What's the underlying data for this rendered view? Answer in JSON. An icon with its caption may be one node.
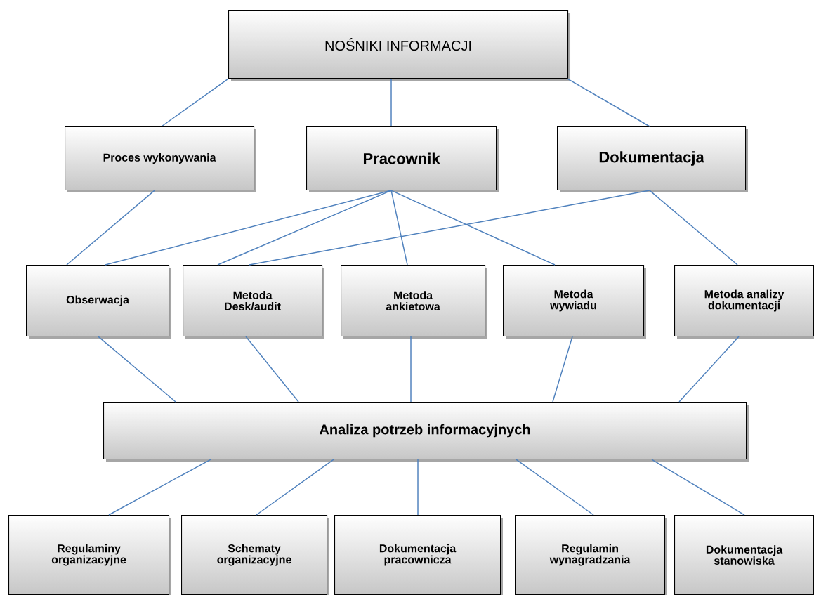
{
  "diagram": {
    "nodes": [
      {
        "text": [
          "NOŚNIKI INFORMACJI"
        ]
      },
      {
        "text": [
          "Proces wykonywania"
        ]
      },
      {
        "text": [
          "Pracownik"
        ]
      },
      {
        "text": [
          "Dokumentacja"
        ]
      },
      {
        "text": [
          "Obserwacja"
        ]
      },
      {
        "text": [
          "Metoda Desk/audit"
        ]
      },
      {
        "text": [
          "Metoda ankietowa"
        ]
      },
      {
        "text": [
          "Metoda wywiadu"
        ]
      },
      {
        "text": [
          "Metoda analizy dokumentacji"
        ]
      },
      {
        "text": [
          "Analiza potrzeb informacyjnych"
        ]
      },
      {
        "text": [
          "Regulaminy organizacyjne"
        ]
      },
      {
        "text": [
          "Schematy organizacyjne"
        ]
      },
      {
        "text": [
          "Dokumentacja pracownicza"
        ]
      },
      {
        "text": [
          "Regulamin wynagradzania"
        ]
      },
      {
        "text": [
          "Dokumentacja stanowiska"
        ]
      }
    ],
    "edges": [
      {
        "from": 0,
        "to": 1,
        "arrow": "none"
      },
      {
        "from": 0,
        "to": 2,
        "arrow": "none"
      },
      {
        "from": 0,
        "to": 3,
        "arrow": "none"
      },
      {
        "from": 1,
        "to": 4,
        "arrow": "none"
      },
      {
        "from": 2,
        "to": 4,
        "arrow": "none"
      },
      {
        "from": 2,
        "to": 5,
        "arrow": "none"
      },
      {
        "from": 2,
        "to": 6,
        "arrow": "none"
      },
      {
        "from": 2,
        "to": 7,
        "arrow": "none"
      },
      {
        "from": 3,
        "to": 5,
        "arrow": "none"
      },
      {
        "from": 3,
        "to": 8,
        "arrow": "none"
      },
      {
        "from": 4,
        "to": 9,
        "arrow": "none"
      },
      {
        "from": 5,
        "to": 9,
        "arrow": "none"
      },
      {
        "from": 6,
        "to": 9,
        "arrow": "none"
      },
      {
        "from": 7,
        "to": 9,
        "arrow": "none"
      },
      {
        "from": 8,
        "to": 9,
        "arrow": "none"
      },
      {
        "from": 9,
        "to": 10,
        "arrow": "none"
      },
      {
        "from": 9,
        "to": 11,
        "arrow": "none"
      },
      {
        "from": 9,
        "to": 12,
        "arrow": "none"
      },
      {
        "from": 9,
        "to": 13,
        "arrow": "none"
      },
      {
        "from": 9,
        "to": 14,
        "arrow": "none"
      }
    ]
  }
}
